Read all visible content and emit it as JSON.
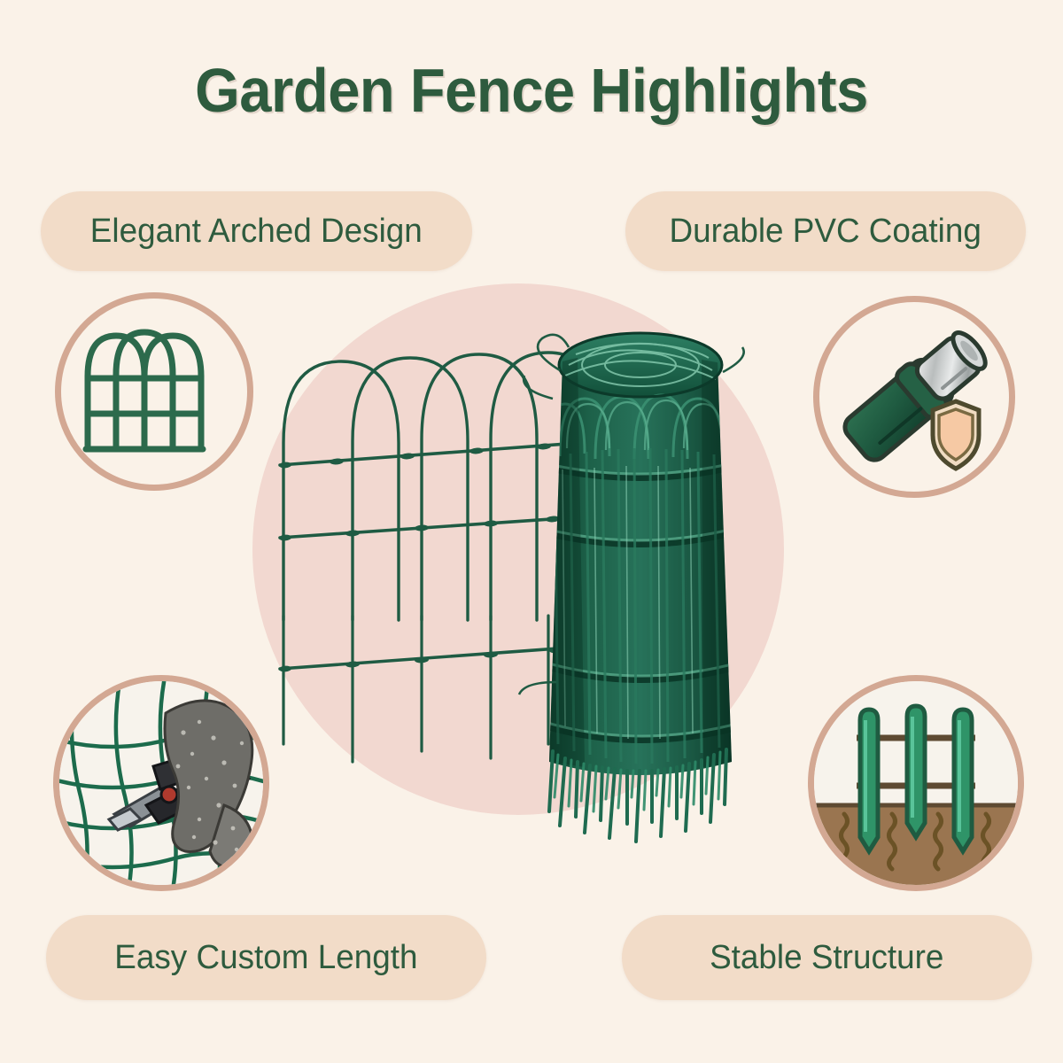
{
  "page": {
    "title": "Garden Fence Highlights",
    "background_color": "#faf2e8",
    "title_color": "#2e5b3e",
    "pill_color": "#f2dcc8",
    "badge_ring_color": "#d3a893",
    "rose_circle_color": "#f2d8d0",
    "wire_green": "#1f5b43",
    "soil_brown": "#9a7550"
  },
  "features": [
    {
      "id": "arched-design",
      "label": "Elegant Arched Design",
      "position": "top-left",
      "icon": "arched-fence-panel-icon"
    },
    {
      "id": "pvc-coating",
      "label": "Durable PVC Coating",
      "position": "top-right",
      "icon": "pvc-coated-wire-shield-icon"
    },
    {
      "id": "custom-length",
      "label": "Easy Custom Length",
      "position": "bottom-left",
      "icon": "gloved-hand-wire-cutter-icon"
    },
    {
      "id": "stable-structure",
      "label": "Stable Structure",
      "position": "bottom-right",
      "icon": "fence-stakes-in-soil-icon"
    }
  ],
  "product": {
    "name": "arched-garden-border-fence",
    "elements": [
      "unrolled-arched-fence-panel",
      "rolled-fence-coil"
    ],
    "arch_count": 4,
    "rail_count": 3
  }
}
